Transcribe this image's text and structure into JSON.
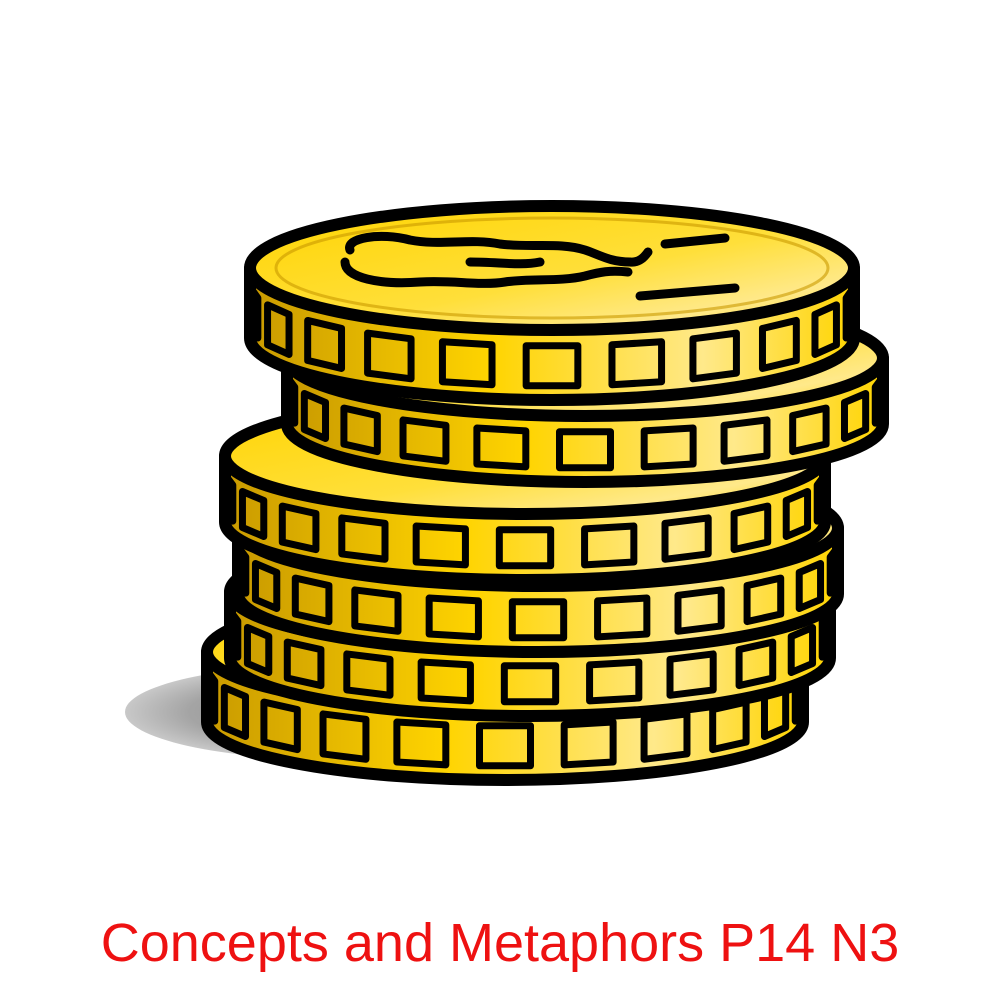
{
  "caption": {
    "text": "Concepts and Metaphors P14 N3",
    "color": "#ee1111"
  },
  "illustration": {
    "subject": "stack-of-gold-coins",
    "coin_count": 6,
    "colors": {
      "gold": "#ffd400",
      "gold_dark": "#c99a00",
      "gold_light": "#ffe98a",
      "outline": "#000000",
      "shadow": "#9a9a9a"
    }
  }
}
